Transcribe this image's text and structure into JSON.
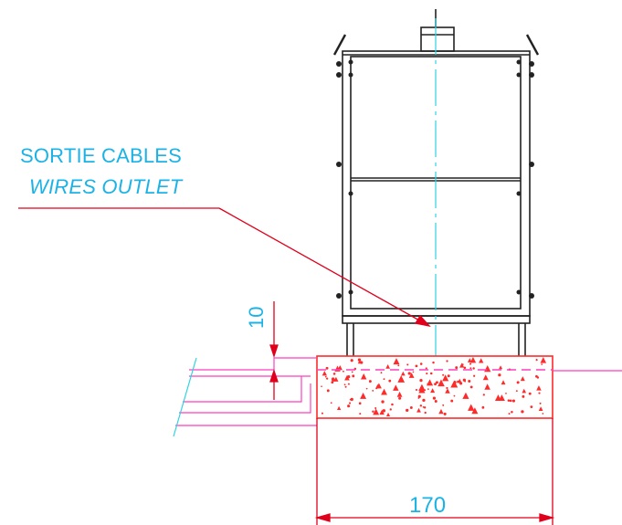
{
  "labels": {
    "outlet_fr": "SORTIE CABLES",
    "outlet_en": "WIRES OUTLET"
  },
  "dimensions": {
    "offset": "10",
    "width": "170"
  },
  "colors": {
    "dimension_text": "#1bb3e6",
    "leader": "#e0001b",
    "concrete": "#ff2a2a",
    "centerline": "#2fd3e0",
    "ground": "#ff3fbf",
    "structure": "#222222"
  }
}
